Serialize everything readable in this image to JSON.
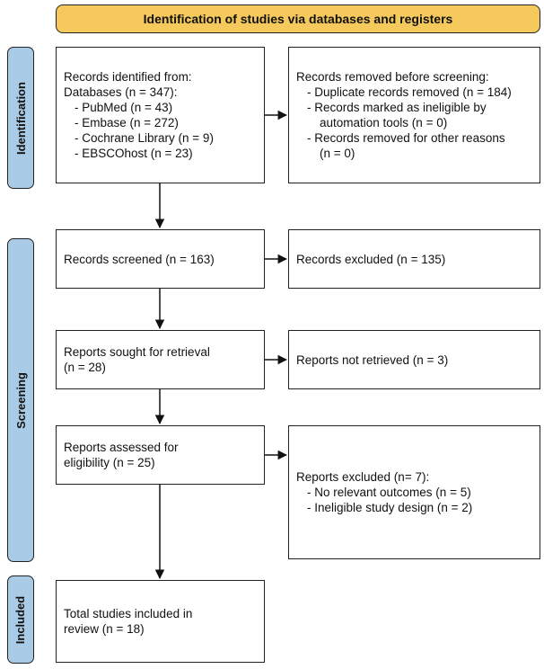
{
  "header": {
    "title": "Identification of studies via databases and registers"
  },
  "phases": {
    "identification": "Identification",
    "screening": "Screening",
    "included": "Included"
  },
  "records_identified": {
    "title": "Records identified from:",
    "databases": "Databases (n = 347):",
    "items": [
      "- PubMed (n = 43)",
      "- Embase (n = 272)",
      "- Cochrane Library (n = 9)",
      "- EBSCOhost (n = 23)"
    ]
  },
  "records_removed": {
    "title": "Records removed before screening:",
    "item1": "- Duplicate records removed (n = 184)",
    "item2a": "- Records marked as ineligible by",
    "item2b": "automation tools (n = 0)",
    "item3a": "- Records removed for other reasons",
    "item3b": "(n = 0)"
  },
  "records_screened": {
    "text": "Records screened (n = 163)"
  },
  "records_excluded": {
    "text": "Records excluded (n = 135)"
  },
  "reports_sought": {
    "line1": "Reports sought for retrieval",
    "line2": "(n = 28)"
  },
  "reports_not_retrieved": {
    "text": "Reports not retrieved (n = 3)"
  },
  "reports_assessed": {
    "line1": "Reports assessed for",
    "line2": "eligibility (n = 25)"
  },
  "reports_excluded": {
    "title": "Reports excluded (n= 7):",
    "items": [
      "- No relevant outcomes (n = 5)",
      "- Ineligible study design (n = 2)"
    ]
  },
  "included": {
    "line1": "Total studies included in",
    "line2": "review (n = 18)"
  }
}
